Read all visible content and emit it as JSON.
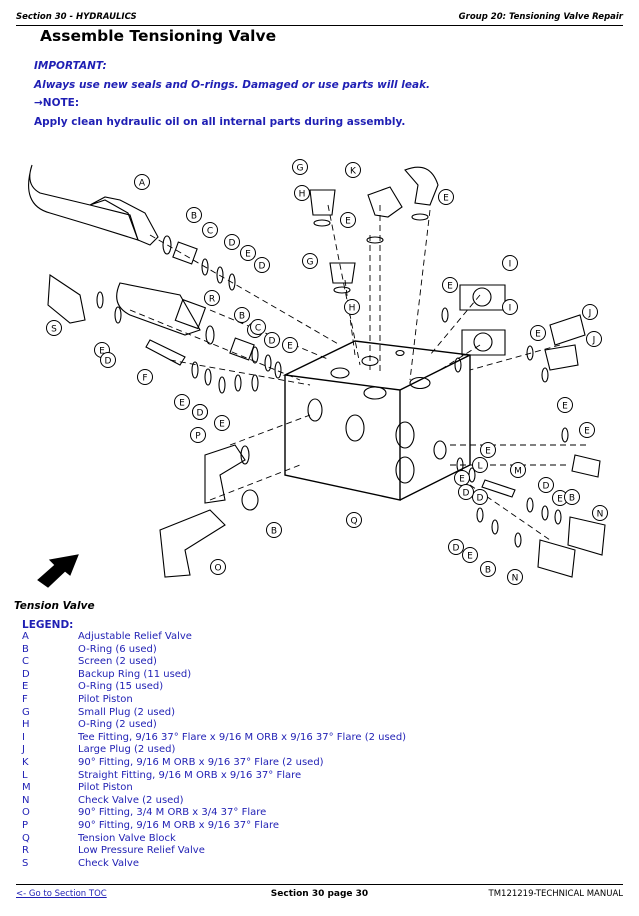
{
  "header": {
    "section": "Section 30 - HYDRAULICS",
    "group": "Group 20: Tensioning Valve Repair"
  },
  "title": "Assemble Tensioning Valve",
  "important_label": "IMPORTANT:",
  "important_text": "Always use new seals and O-rings. Damaged or use parts will leak.",
  "note_label": "→NOTE:",
  "note_text": "Apply clean hydraulic oil on all internal parts during assembly.",
  "figure_caption": "Tension Valve",
  "legend_title": "LEGEND:",
  "legend": [
    {
      "key": "A",
      "desc": "Adjustable Relief Valve"
    },
    {
      "key": "B",
      "desc": "O-Ring (6 used)"
    },
    {
      "key": "C",
      "desc": "Screen (2 used)"
    },
    {
      "key": "D",
      "desc": "Backup Ring (11 used)"
    },
    {
      "key": "E",
      "desc": "O-Ring (15 used)"
    },
    {
      "key": "F",
      "desc": "Pilot Piston"
    },
    {
      "key": "G",
      "desc": "Small Plug (2 used)"
    },
    {
      "key": "H",
      "desc": "O-Ring (2 used)"
    },
    {
      "key": "I",
      "desc": "Tee Fitting, 9/16 37° Flare x 9/16 M ORB x 9/16 37° Flare (2 used)"
    },
    {
      "key": "J",
      "desc": "Large Plug (2 used)"
    },
    {
      "key": "K",
      "desc": "90° Fitting, 9/16 M ORB x 9/16 37° Flare (2 used)"
    },
    {
      "key": "L",
      "desc": "Straight Fitting, 9/16 M ORB x 9/16 37° Flare"
    },
    {
      "key": "M",
      "desc": "Pilot Piston"
    },
    {
      "key": "N",
      "desc": "Check Valve (2 used)"
    },
    {
      "key": "O",
      "desc": "90° Fitting, 3/4 M ORB x 3/4 37° Flare"
    },
    {
      "key": "P",
      "desc": "90° Fitting, 9/16 M ORB x 9/16 37° Flare"
    },
    {
      "key": "Q",
      "desc": "Tension Valve Block"
    },
    {
      "key": "R",
      "desc": "Low Pressure Relief Valve"
    },
    {
      "key": "S",
      "desc": "Check Valve"
    }
  ],
  "callouts": [
    "A",
    "B",
    "C",
    "D",
    "E",
    "D",
    "R",
    "B",
    "E",
    "D",
    "S",
    "F",
    "B",
    "C",
    "D",
    "E",
    "D",
    "E",
    "D",
    "G",
    "H",
    "E",
    "K",
    "E",
    "G",
    "H",
    "I",
    "I",
    "E",
    "J",
    "E",
    "J",
    "E",
    "P",
    "E",
    "B",
    "O",
    "Q",
    "E",
    "L",
    "E",
    "D",
    "M",
    "D",
    "E",
    "B",
    "N",
    "D",
    "E",
    "B",
    "N",
    "E",
    "D"
  ],
  "footer": {
    "toc_link": "<- Go to Section TOC",
    "page": "Section 30 page 30",
    "manual": "TM121219-TECHNICAL MANUAL"
  }
}
